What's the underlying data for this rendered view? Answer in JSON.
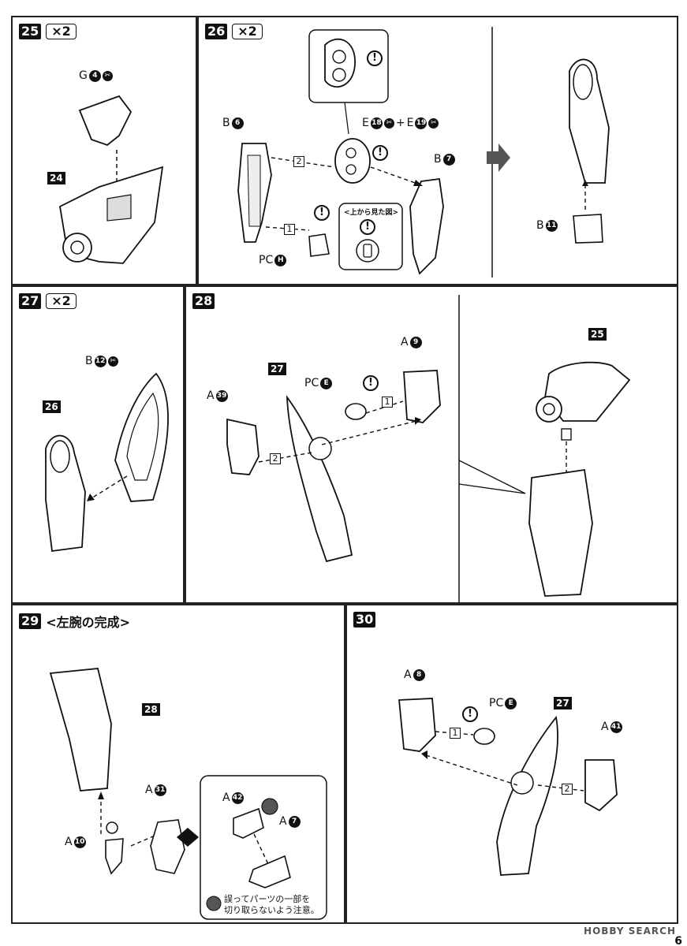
{
  "steps": {
    "s25": {
      "num": "25",
      "mult": "×2",
      "g_label": "G",
      "g_num": "4",
      "sub_part": "24"
    },
    "s26": {
      "num": "26",
      "mult": "×2",
      "b6": "B",
      "b6n": "6",
      "e_pre": "E",
      "e1n": "18",
      "plus": "+",
      "e2n": "19",
      "b7": "B",
      "b7n": "7",
      "pc": "PC",
      "pcn": "H",
      "inset_title": "<上から見た図>",
      "seq1": "1",
      "seq2": "2",
      "b11": "B",
      "b11n": "11"
    },
    "s27": {
      "num": "27",
      "mult": "×2",
      "b": "B",
      "bn": "12",
      "sub_part": "26"
    },
    "s28": {
      "num": "28",
      "a39": "A",
      "a39n": "39",
      "sub_part": "27",
      "pc": "PC",
      "pcn": "E",
      "a9": "A",
      "a9n": "9",
      "seq1": "1",
      "seq2": "2",
      "sub_part2": "25"
    },
    "s29": {
      "num": "29",
      "title": "<左腕の完成>",
      "sub_part": "28",
      "a31": "A",
      "a31n": "31",
      "a10": "A",
      "a10n": "10",
      "a42": "A",
      "a42n": "42",
      "a7": "A",
      "a7n": "7",
      "note": "誤ってパーツの一部を\n切り取らないよう注意。"
    },
    "s30": {
      "num": "30",
      "a8": "A",
      "a8n": "8",
      "pc": "PC",
      "pcn": "E",
      "sub_part": "27",
      "a41": "A",
      "a41n": "41",
      "seq1": "1",
      "seq2": "2"
    }
  },
  "warn_mark": "!",
  "cut_mark": "✂",
  "footer": {
    "logo": "HOBBY SEARCH",
    "page": "6"
  }
}
